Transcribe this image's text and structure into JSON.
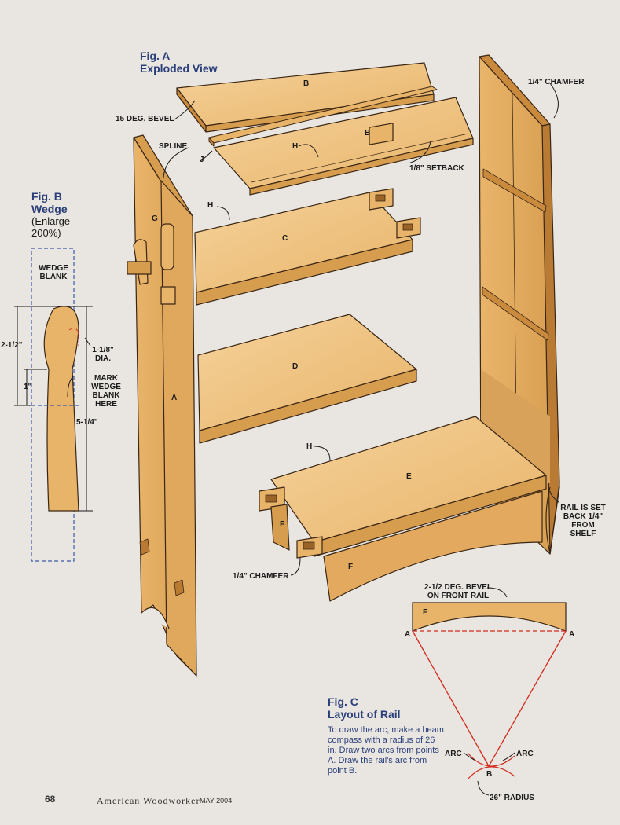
{
  "fig_a": {
    "title": "Fig. A",
    "subtitle": "Exploded View"
  },
  "fig_b": {
    "title": "Fig. B",
    "subtitle": "Wedge",
    "note": "(Enlarge 200%)"
  },
  "fig_c": {
    "title": "Fig. C",
    "subtitle": "Layout of Rail",
    "body": "To draw the arc, make a beam compass with a radius of 26 in. Draw two arcs from points A. Draw the rail's arc from point B."
  },
  "labels": {
    "bevel_15": "15 DEG. BEVEL",
    "chamfer_top": "1/4\" CHAMFER",
    "spline": "SPLINE",
    "setback_18": "1/8\" SETBACK",
    "wedge_blank": "WEDGE BLANK",
    "dim_2_1_2": "2-1/2\"",
    "dim_1_1_8": "1-1/8\" DIA.",
    "dim_1": "1\"",
    "mark_wedge": "MARK WEDGE BLANK HERE",
    "dim_5_1_4": "5-1/4\"",
    "rail_setback": "RAIL IS SET BACK 1/4\" FROM SHELF",
    "chamfer_bottom": "1/4\" CHAMFER",
    "bevel_front_rail": "2-1/2 DEG. BEVEL ON FRONT RAIL",
    "arc_left": "ARC",
    "arc_right": "ARC",
    "radius_26": "26\" RADIUS"
  },
  "parts": {
    "A": "A",
    "B_top": "B",
    "B_second": "B",
    "C": "C",
    "D": "D",
    "E": "E",
    "F_left": "F",
    "F_front": "F",
    "F_rail": "F",
    "G": "G",
    "H_top": "H",
    "H_c": "H",
    "H_e": "H",
    "J": "J",
    "point_a_left": "A",
    "point_a_right": "A",
    "point_b": "B"
  },
  "footer": {
    "page": "68",
    "magazine": "American Woodworker",
    "issue": "MAY 2004"
  },
  "colors": {
    "wood": "#e8b46a",
    "wood_dark": "#c98a3e",
    "wood_light": "#f3cf93",
    "outline": "#3a2614",
    "dashed_blue": "#3a5aa8",
    "layout_red": "#d42a1e",
    "heading_blue": "#2a3f7a"
  }
}
